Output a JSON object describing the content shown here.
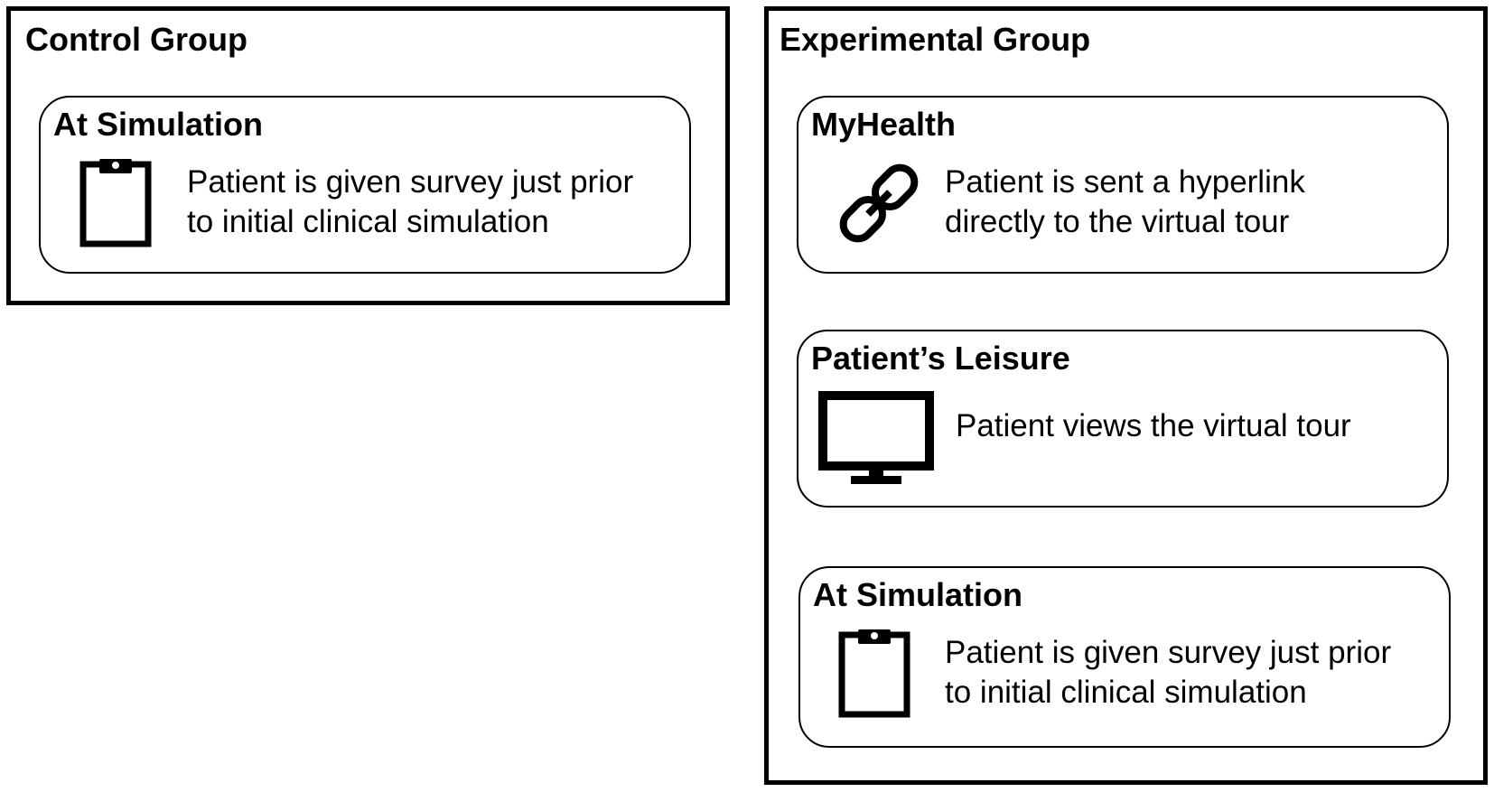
{
  "control_group": {
    "title": "Control Group",
    "steps": [
      {
        "title": "At Simulation",
        "icon": "clipboard-icon",
        "lines": [
          "Patient is given survey just prior",
          "to initial clinical simulation"
        ]
      }
    ]
  },
  "experimental_group": {
    "title": "Experimental Group",
    "steps": [
      {
        "title": "MyHealth",
        "icon": "link-icon",
        "lines": [
          "Patient is sent a hyperlink",
          "directly to the virtual tour"
        ]
      },
      {
        "title": "Patient’s Leisure",
        "icon": "monitor-icon",
        "lines": [
          "Patient views the virtual tour"
        ]
      },
      {
        "title": "At Simulation",
        "icon": "clipboard-icon",
        "lines": [
          "Patient is given survey just prior",
          "to initial clinical simulation"
        ]
      }
    ]
  }
}
